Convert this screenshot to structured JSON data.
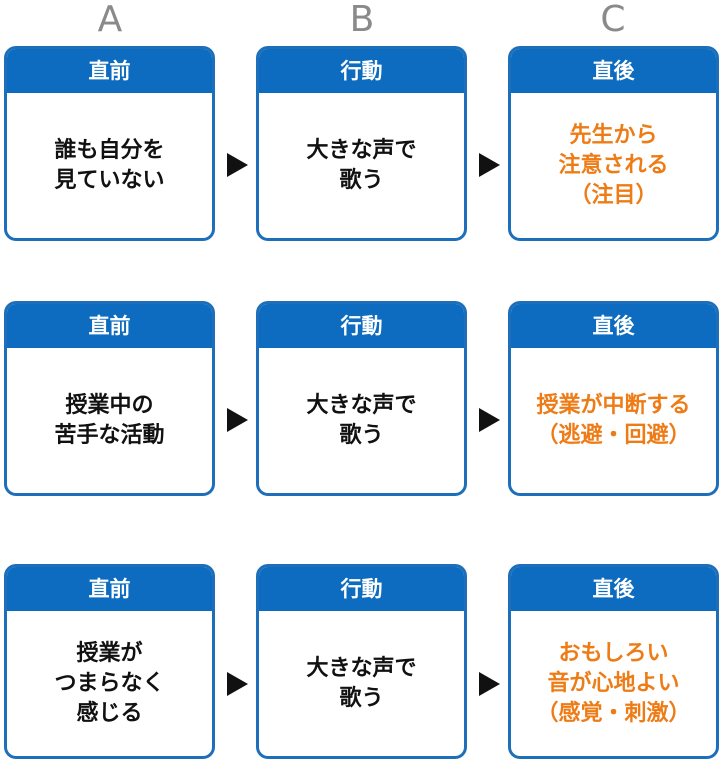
{
  "columns": [
    {
      "letter": "A"
    },
    {
      "letter": "B"
    },
    {
      "letter": "C"
    }
  ],
  "rows": [
    {
      "antecedent": {
        "header": "直前",
        "lines": [
          "誰も自分を",
          "見ていない"
        ]
      },
      "behavior": {
        "header": "行動",
        "lines": [
          "大きな声で",
          "歌う"
        ]
      },
      "consequence": {
        "header": "直後",
        "lines": [
          "先生から",
          "注意される",
          "（注目）"
        ]
      }
    },
    {
      "antecedent": {
        "header": "直前",
        "lines": [
          "授業中の",
          "苦手な活動"
        ]
      },
      "behavior": {
        "header": "行動",
        "lines": [
          "大きな声で",
          "歌う"
        ]
      },
      "consequence": {
        "header": "直後",
        "lines": [
          "授業が中断する",
          "（逃避・回避）"
        ]
      }
    },
    {
      "antecedent": {
        "header": "直前",
        "lines": [
          "授業が",
          "つまらなく",
          "感じる"
        ]
      },
      "behavior": {
        "header": "行動",
        "lines": [
          "大きな声で",
          "歌う"
        ]
      },
      "consequence": {
        "header": "直後",
        "lines": [
          "おもしろい",
          "音が心地よい",
          "（感覚・刺激）"
        ]
      }
    }
  ],
  "colors": {
    "header_bg": "#0d6cbf",
    "border": "#1e6fba",
    "consequence_text": "#ee7c16",
    "letter_text": "#8a8a8a"
  }
}
